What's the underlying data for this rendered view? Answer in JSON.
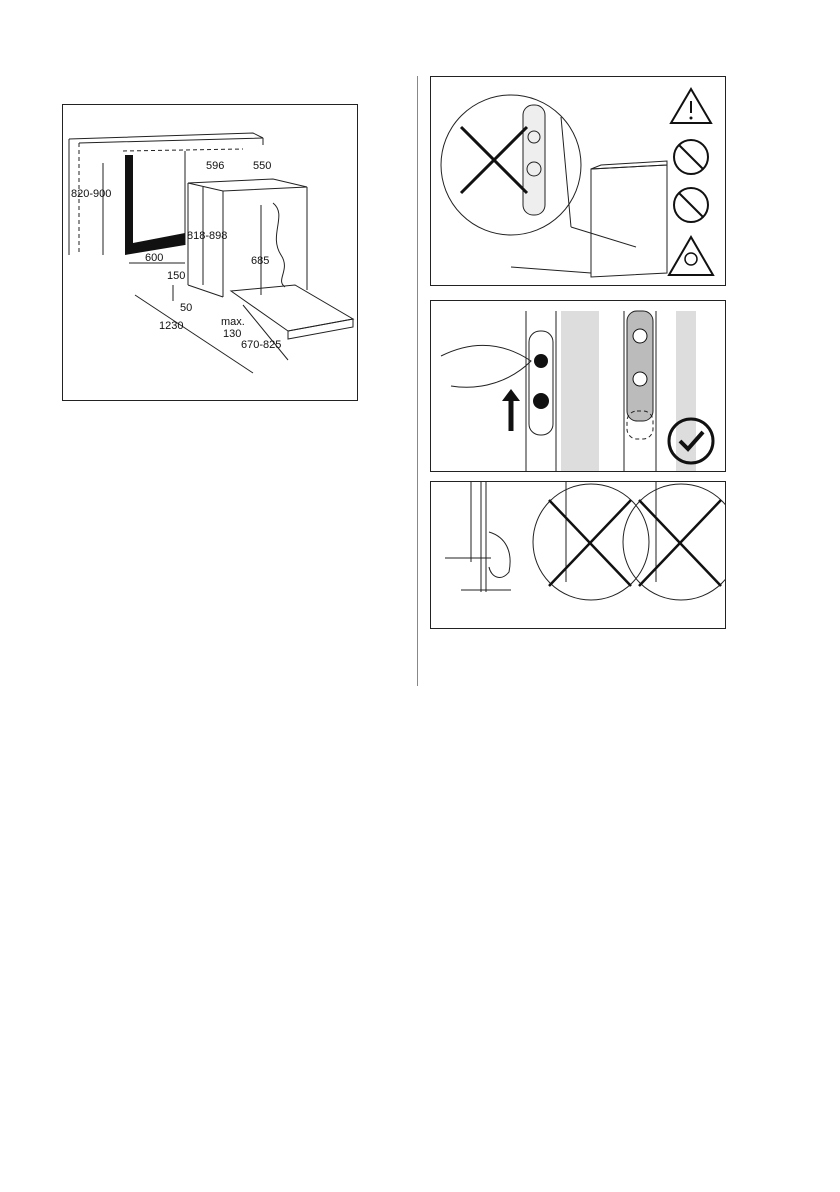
{
  "installation_diagram": {
    "labels": {
      "niche_height": "820-900",
      "appliance_width": "596",
      "appliance_depth": "550",
      "appliance_height": "818-898",
      "door_height": "685",
      "niche_width": "600",
      "plinth_height": "150",
      "plinth_depth": "50",
      "max_label": "max.",
      "max_value": "130",
      "total_depth": "1230",
      "door_range": "670-825"
    }
  },
  "warning_panel": {
    "icons": [
      "warning-triangle-icon",
      "no-touch-icon",
      "no-pinch-icon",
      "child-warning-icon"
    ]
  },
  "correct_panel": {
    "icons": [
      "arrow-up-icon",
      "checkmark-icon"
    ]
  },
  "hand_panel": {
    "icons": [
      "cross-icon",
      "cross-icon"
    ]
  }
}
